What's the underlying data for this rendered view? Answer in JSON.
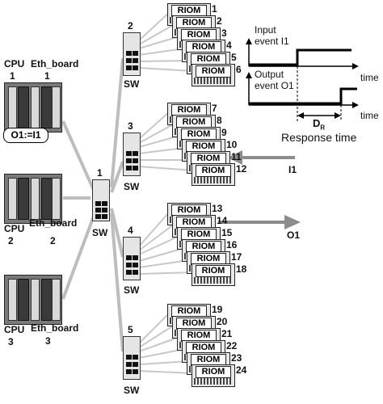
{
  "controllers": [
    {
      "cpu_label": "CPU",
      "cpu_num": "1",
      "board_label": "Eth_board",
      "board_num": "1"
    },
    {
      "cpu_label": "CPU",
      "cpu_num": "2",
      "board_label": "Eth_board",
      "board_num": "2"
    },
    {
      "cpu_label": "CPU",
      "cpu_num": "3",
      "board_label": "Eth_board",
      "board_num": "3"
    }
  ],
  "assignment_callout": "O1:=I1",
  "central_switch": {
    "number": "1",
    "label": "SW"
  },
  "switches": [
    {
      "number": "2",
      "label": "SW",
      "riom_numbers": [
        "1",
        "2",
        "3",
        "4",
        "5",
        "6"
      ]
    },
    {
      "number": "3",
      "label": "SW",
      "riom_numbers": [
        "7",
        "8",
        "9",
        "10",
        "11",
        "12"
      ]
    },
    {
      "number": "4",
      "label": "SW",
      "riom_numbers": [
        "13",
        "14",
        "15",
        "16",
        "17",
        "18"
      ]
    },
    {
      "number": "5",
      "label": "SW",
      "riom_numbers": [
        "19",
        "20",
        "21",
        "22",
        "23",
        "24"
      ]
    }
  ],
  "riom_label": "RIOM",
  "signals": {
    "input": "I1",
    "output": "O1"
  },
  "timing": {
    "input_event": "Input\nevent I1",
    "output_event": "Output\nevent O1",
    "axis_label": "time",
    "delay_symbol": "D",
    "delay_subscript": "R",
    "caption": "Response time"
  }
}
